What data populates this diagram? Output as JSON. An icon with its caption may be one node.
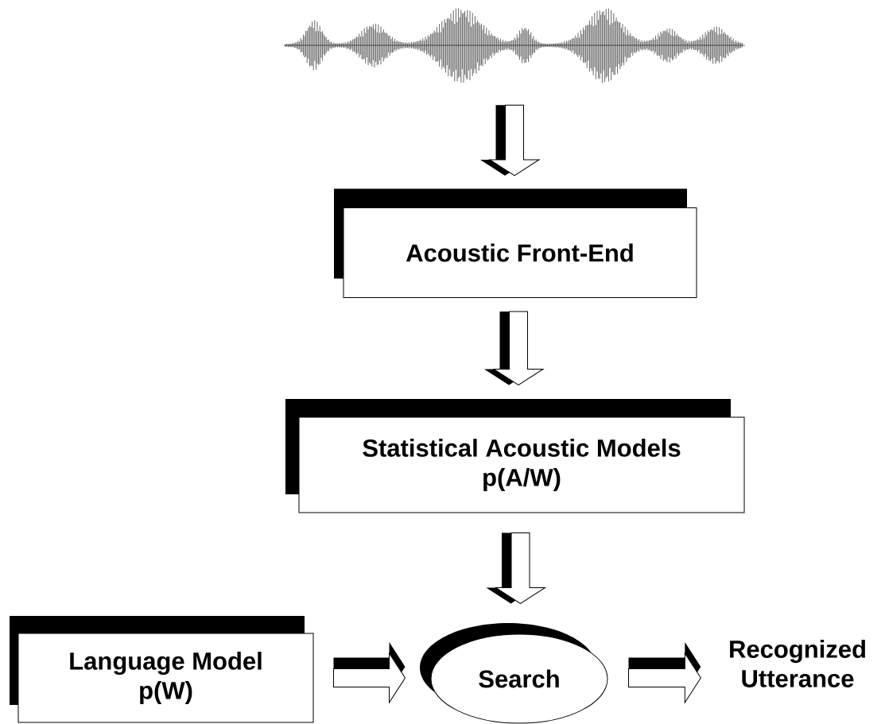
{
  "diagram": {
    "nodes": [
      {
        "text": [],
        "shape": "picture"
      },
      {
        "text": [
          "Acoustic Front-End"
        ]
      },
      {
        "text": [
          "Statistical Acoustic Models",
          "p(A/W)"
        ]
      },
      {
        "text": [
          "Language Model",
          "p(W)"
        ]
      },
      {
        "text": [
          "Search"
        ]
      },
      {
        "text": [
          "Recognized Utterance"
        ]
      }
    ],
    "edges": [
      {
        "from": 0,
        "to": 1,
        "arrow": "to"
      },
      {
        "from": 1,
        "to": 2,
        "arrow": "to"
      },
      {
        "from": 2,
        "to": 4,
        "arrow": "to"
      },
      {
        "from": 3,
        "to": 4,
        "arrow": "to"
      },
      {
        "from": 4,
        "to": 5,
        "arrow": "to"
      }
    ]
  }
}
